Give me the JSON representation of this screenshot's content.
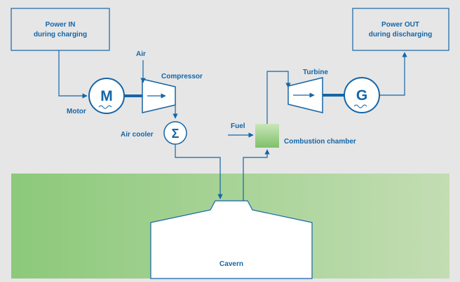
{
  "boxes": {
    "power_in": {
      "line1": "Power IN",
      "line2": "during charging"
    },
    "power_out": {
      "line1": "Power OUT",
      "line2": "during discharging"
    }
  },
  "labels": {
    "air": "Air",
    "compressor": "Compressor",
    "motor": "Motor",
    "air_cooler": "Air cooler",
    "fuel": "Fuel",
    "combustion_chamber": "Combustion chamber",
    "turbine": "Turbine",
    "cavern": "Cavern"
  },
  "symbols": {
    "motor": "M",
    "generator": "G",
    "sum": "Σ"
  },
  "colors": {
    "line": "#1565a6",
    "background": "#e6e6e6",
    "ground_left": "#8cc97a",
    "ground_right": "#c3ddb3",
    "combustion_top": "#c9e6b8",
    "combustion_bottom": "#7fc06a",
    "cavern": "#ffffff"
  },
  "icons": {
    "motor": "motor-circle-icon",
    "generator": "generator-circle-icon",
    "compressor": "compressor-trapezoid-icon",
    "turbine": "turbine-trapezoid-icon",
    "air_cooler": "heat-exchanger-icon"
  }
}
